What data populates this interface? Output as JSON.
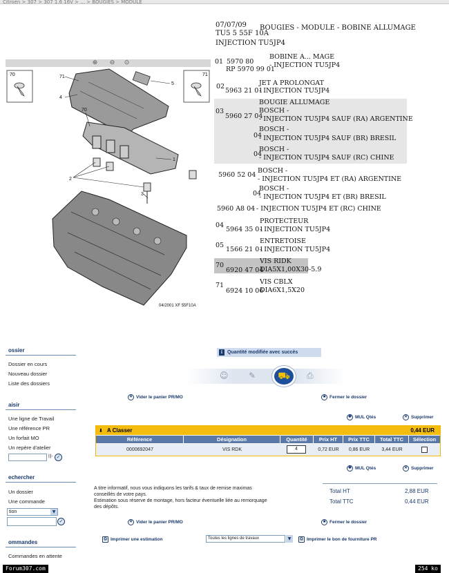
{
  "topbar": {
    "text": "Citroën > 307 > 307 1.6 16V > ... > BOUGIES > MODULE"
  },
  "reference_header": {
    "line1": "07/07/09",
    "line1b": "BOUGIES - MODULE - BOBINE ALLUMAGE",
    "line2": "TU5 5 55F 10A",
    "line3": "INJECTION TU5JP4"
  },
  "zoom_icons": [
    "zoom-in",
    "zoom-out",
    "zoom-fit"
  ],
  "diagram": {
    "callout_70": "70",
    "callout_71": "71",
    "labels": [
      "71",
      "4",
      "5",
      "70",
      "1",
      "2",
      "3"
    ],
    "caption": "04/2001  XF 55F10A"
  },
  "parts": [
    {
      "num": "01",
      "ref": "5970 80",
      "qty": "",
      "desc_lines": [
        "BOBINE A... MAGE"
      ]
    },
    {
      "num": "",
      "ref": "RP 5970 99 01",
      "qty": "",
      "desc_lines": [
        "- INJECTION TU5JP4"
      ]
    },
    {
      "num": "02",
      "ref": "",
      "qty": "",
      "desc_lines": [
        "JET A PROLONGAT"
      ]
    },
    {
      "num": "",
      "ref": "5963 21 01",
      "qty": "",
      "desc_lines": [
        "- INJECTION TU5JP4"
      ]
    },
    {
      "num": "03",
      "ref": "5960 27 04",
      "qty": "",
      "desc_lines": [
        "BOUGIE ALLUMAGE",
        "BOSCH -",
        "- INJECTION TU5JP4 SAUF (RA) ARGENTINE"
      ]
    },
    {
      "num": "",
      "ref": "",
      "qty": "04",
      "desc_lines": [
        "BOSCH -",
        "- INJECTION TU5JP4 SAUF (BR) BRESIL"
      ]
    },
    {
      "num": "",
      "ref": "",
      "qty": "04",
      "desc_lines": [
        "BOSCH -",
        "- INJECTION TU5JP4 SAUF (RC) CHINE"
      ]
    },
    {
      "num": "",
      "ref": "5960 52 04",
      "qty": "",
      "desc_lines": [
        "BOSCH -",
        "- INJECTION TU5JP4 ET (RA) ARGENTINE"
      ]
    },
    {
      "num": "",
      "ref": "",
      "qty": "04",
      "desc_lines": [
        "BOSCH -",
        "- INJECTION TU5JP4 ET (BR) BRESIL"
      ]
    },
    {
      "num": "",
      "ref": "5960 A8 04",
      "qty": "",
      "desc_lines": [
        "- INJECTION TU5JP4 ET (RC) CHINE"
      ]
    },
    {
      "num": "04",
      "ref": "5964 35 01",
      "qty": "",
      "desc_lines": [
        "PROTECTEUR",
        "- INJECTION TU5JP4"
      ]
    },
    {
      "num": "05",
      "ref": "1566 21 01",
      "qty": "",
      "desc_lines": [
        "ENTRETOISE",
        "- INJECTION TU5JP4"
      ]
    },
    {
      "num": "70",
      "ref": "6920 47 04",
      "qty": "",
      "desc_lines": [
        "VIS RIDK",
        "DIA5X1,00X30-5.9"
      ]
    },
    {
      "num": "71",
      "ref": "6924 10 06",
      "qty": "",
      "desc_lines": [
        "VIS CBLX",
        "DIA6X1,5X20"
      ]
    }
  ],
  "sidebar": {
    "dossier": {
      "title": "ossier",
      "items": [
        "Dossier en cours",
        "Nouveau dossier",
        "Liste des dossiers"
      ]
    },
    "saisir": {
      "title": "aisir",
      "items": [
        "Une ligne de Travail",
        "Une référence PR",
        "Un forfait MO",
        "Un repère d'atelier"
      ],
      "input_value": ""
    },
    "rechercher": {
      "title": "echercher",
      "items": [
        "Un dossier",
        "Une commande"
      ],
      "select_value": "tion"
    },
    "commandes": {
      "title": "ommandes",
      "items": [
        "Commandes en attente"
      ]
    }
  },
  "notice": {
    "text": "Quantité modifiée avec succès"
  },
  "steps": [
    "client-icon",
    "diagnostic-icon",
    "cart-icon",
    "checkout-icon"
  ],
  "actions": {
    "vider": "Vider le panier PR/MO",
    "fermer": "Fermer le dossier",
    "mul_qtes": "MUL Qtés",
    "supprimer": "Supprimer",
    "imprimer_estimation": "Imprimer une estimation",
    "imprimer_bon": "Imprimer le bon de fourniture PR",
    "select_value": "Toutes les lignes de travaux"
  },
  "cart": {
    "title": "A Classer",
    "total": "0,44 EUR",
    "columns": [
      "Référence",
      "Désignation",
      "Quantité",
      "Prix HT",
      "Prix TTC",
      "Total TTC",
      "Sélection"
    ],
    "row": {
      "ref": "0000692047",
      "designation": "VIS RDK",
      "qty": "4",
      "prix_ht": "0,72 EUR",
      "prix_ttc": "0,86 EUR",
      "total_ttc": "3,44 EUR"
    }
  },
  "info_text": [
    "A titre informatif, nous vous indiquons les tarifs & taux de remise maximas",
    "conseillés de votre pays.",
    "Estimation sous réserve de montage, hors facteur éventuelle liée au remorquage",
    "des dépôts."
  ],
  "totals": {
    "ht_label": "Total HT",
    "ht_value": "2,88 EUR",
    "ttc_label": "Total TTC",
    "ttc_value": "0,44 EUR"
  },
  "footer": {
    "left": "Forum307.com",
    "right": "254 ko"
  }
}
